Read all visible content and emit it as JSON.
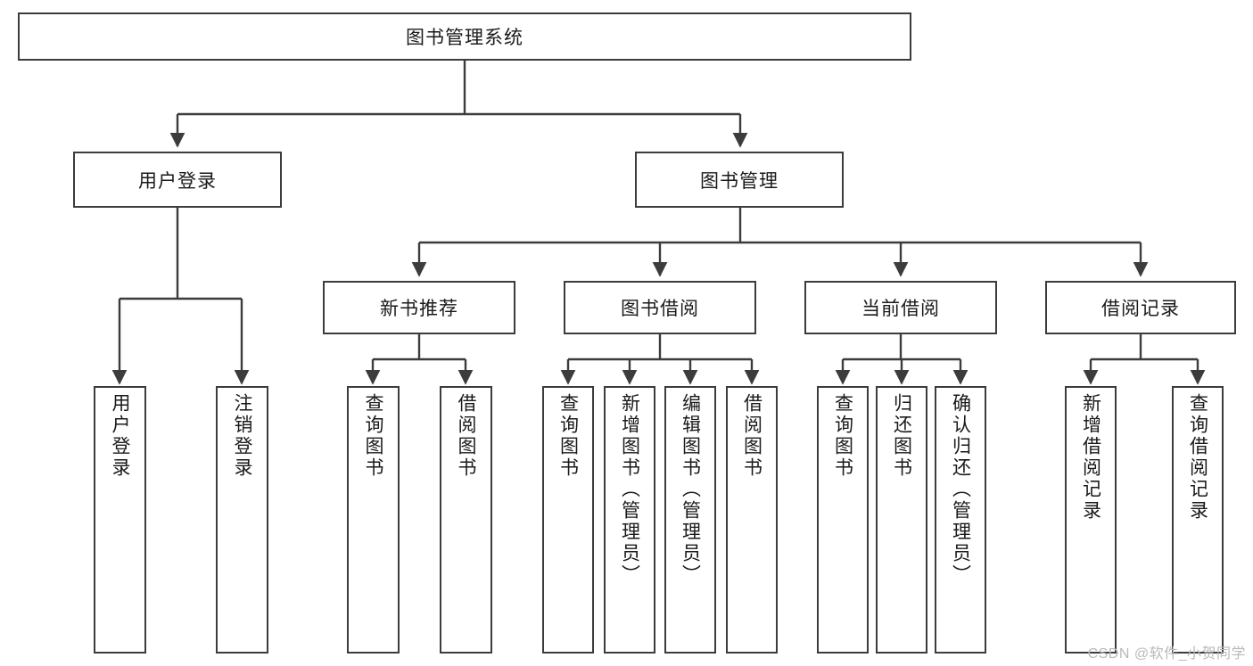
{
  "diagram": {
    "type": "tree-hierarchy",
    "title": "图书管理系统",
    "watermark": "CSDN @软件_小贺同学",
    "colors": {
      "box_border": "#3c3c3c",
      "box_fill": "#ffffff",
      "connector": "#3c3c3c",
      "text": "#1a1a1a",
      "watermark": "#b9b9b9"
    },
    "nodes": {
      "root": {
        "label": "图书管理系统",
        "level": 1,
        "orientation": "horizontal"
      },
      "l2": [
        {
          "id": "user-login",
          "label": "用户登录",
          "level": 2,
          "orientation": "horizontal"
        },
        {
          "id": "book-manage",
          "label": "图书管理",
          "level": 2,
          "orientation": "horizontal"
        }
      ],
      "l3": [
        {
          "id": "new-book-rec",
          "label": "新书推荐",
          "level": 3,
          "orientation": "horizontal"
        },
        {
          "id": "book-borrow",
          "label": "图书借阅",
          "level": 3,
          "orientation": "horizontal"
        },
        {
          "id": "current-borrow",
          "label": "当前借阅",
          "level": 3,
          "orientation": "horizontal"
        },
        {
          "id": "borrow-record",
          "label": "借阅记录",
          "level": 3,
          "orientation": "horizontal"
        }
      ],
      "leaves": {
        "user_login": [
          {
            "id": "leaf-user-login",
            "label": "用户登录"
          },
          {
            "id": "leaf-logout",
            "label": "注销登录"
          }
        ],
        "new_book_rec": [
          {
            "id": "leaf-query-book-1",
            "label": "查询图书"
          },
          {
            "id": "leaf-borrow-book-1",
            "label": "借阅图书"
          }
        ],
        "book_borrow": [
          {
            "id": "leaf-query-book-2",
            "label": "查询图书"
          },
          {
            "id": "leaf-add-book",
            "label": "新增图书（管理员）"
          },
          {
            "id": "leaf-edit-book",
            "label": "编辑图书（管理员）"
          },
          {
            "id": "leaf-borrow-book-2",
            "label": "借阅图书"
          }
        ],
        "current_borrow": [
          {
            "id": "leaf-query-book-3",
            "label": "查询图书"
          },
          {
            "id": "leaf-return-book",
            "label": "归还图书"
          },
          {
            "id": "leaf-confirm-return",
            "label": "确认归还（管理员）"
          }
        ],
        "borrow_record": [
          {
            "id": "leaf-add-record",
            "label": "新增借阅记录"
          },
          {
            "id": "leaf-query-record",
            "label": "查询借阅记录"
          }
        ]
      }
    }
  }
}
